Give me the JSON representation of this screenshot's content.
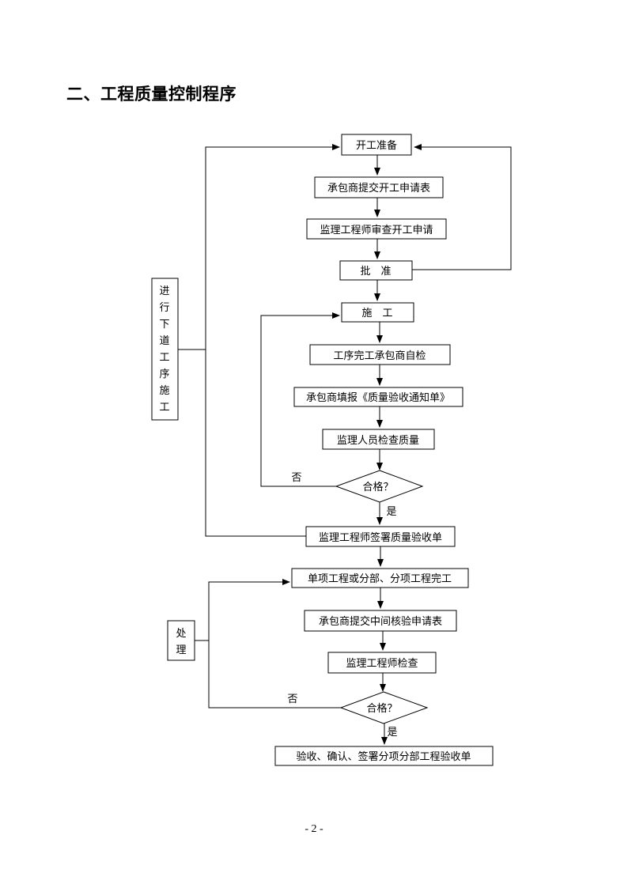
{
  "title": "二、工程质量控制程序",
  "page_number": "- 2 -",
  "flow": {
    "start_prep": "开工准备",
    "contractor_submit_start_request": "承包商提交开工申请表",
    "engineer_review_start_request": "监理工程师审查开工申请",
    "approve": "批　准",
    "construct": "施　工",
    "process_self_check": "工序完工承包商自检",
    "submit_quality_notice": "承包商填报《质量验收通知单》",
    "supervisor_check_quality": "监理人员检查质量",
    "qualified_1": "合格？",
    "no_1": "否",
    "yes_1": "是",
    "engineer_sign_acceptance": "监理工程师签署质量验收单",
    "unit_work_complete": "单项工程或分部、分项工程完工",
    "contractor_submit_intermediate": "承包商提交中间核验申请表",
    "engineer_inspect": "监理工程师检查",
    "qualified_2": "合格？",
    "no_2": "否",
    "yes_2": "是",
    "final_acceptance": "验收、确认、签署分项分部工程验收单",
    "next_process": [
      "进",
      "行",
      "下",
      "道",
      "工",
      "序",
      "施",
      "工"
    ],
    "handle": [
      "处",
      "理"
    ]
  }
}
